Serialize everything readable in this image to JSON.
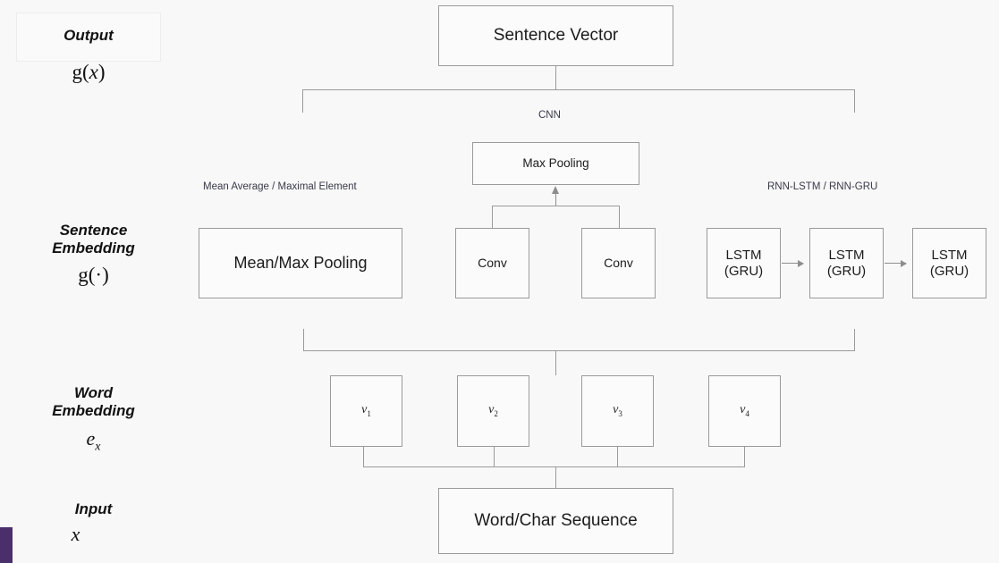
{
  "diagram": {
    "title_boxes": {
      "sentence_vector": "Sentence Vector",
      "max_pooling": "Max Pooling",
      "mean_max_pooling": "Mean/Max  Pooling",
      "conv1": "Conv",
      "conv2": "Conv",
      "word_char_sequence": "Word/Char Sequence"
    },
    "lstm_boxes": [
      {
        "line1": "LSTM",
        "line2": "(GRU)"
      },
      {
        "line1": "LSTM",
        "line2": "(GRU)"
      },
      {
        "line1": "LSTM",
        "line2": "(GRU)"
      }
    ],
    "word_vectors": [
      {
        "base": "v",
        "sub": "1"
      },
      {
        "base": "v",
        "sub": "2"
      },
      {
        "base": "v",
        "sub": "3"
      },
      {
        "base": "v",
        "sub": "4"
      }
    ],
    "annotations": {
      "cnn": "CNN",
      "mean_average": "Mean Average  / Maximal Element",
      "rnn": "RNN-LSTM  / RNN-GRU"
    },
    "stage_labels": [
      {
        "name": "Output",
        "text": "Output",
        "math_base": "g(",
        "math_arg": "x",
        "math_close": ")"
      },
      {
        "name": "Sentence Embedding",
        "line1": "Sentence",
        "line2": "Embedding",
        "math": "g(·)"
      },
      {
        "name": "Word Embedding",
        "line1": "Word",
        "line2": "Embedding",
        "math_base": "e",
        "math_sub": "x"
      },
      {
        "name": "Input",
        "text": "Input",
        "math": "x"
      }
    ],
    "colors": {
      "background": "#f8f8f8",
      "box_border": "#9a9a9a",
      "box_fill": "#fbfbfb",
      "text": "#1b1b1b",
      "annotation_text": "#3a3a4a",
      "accent_bar": "#4a2f6b"
    }
  }
}
